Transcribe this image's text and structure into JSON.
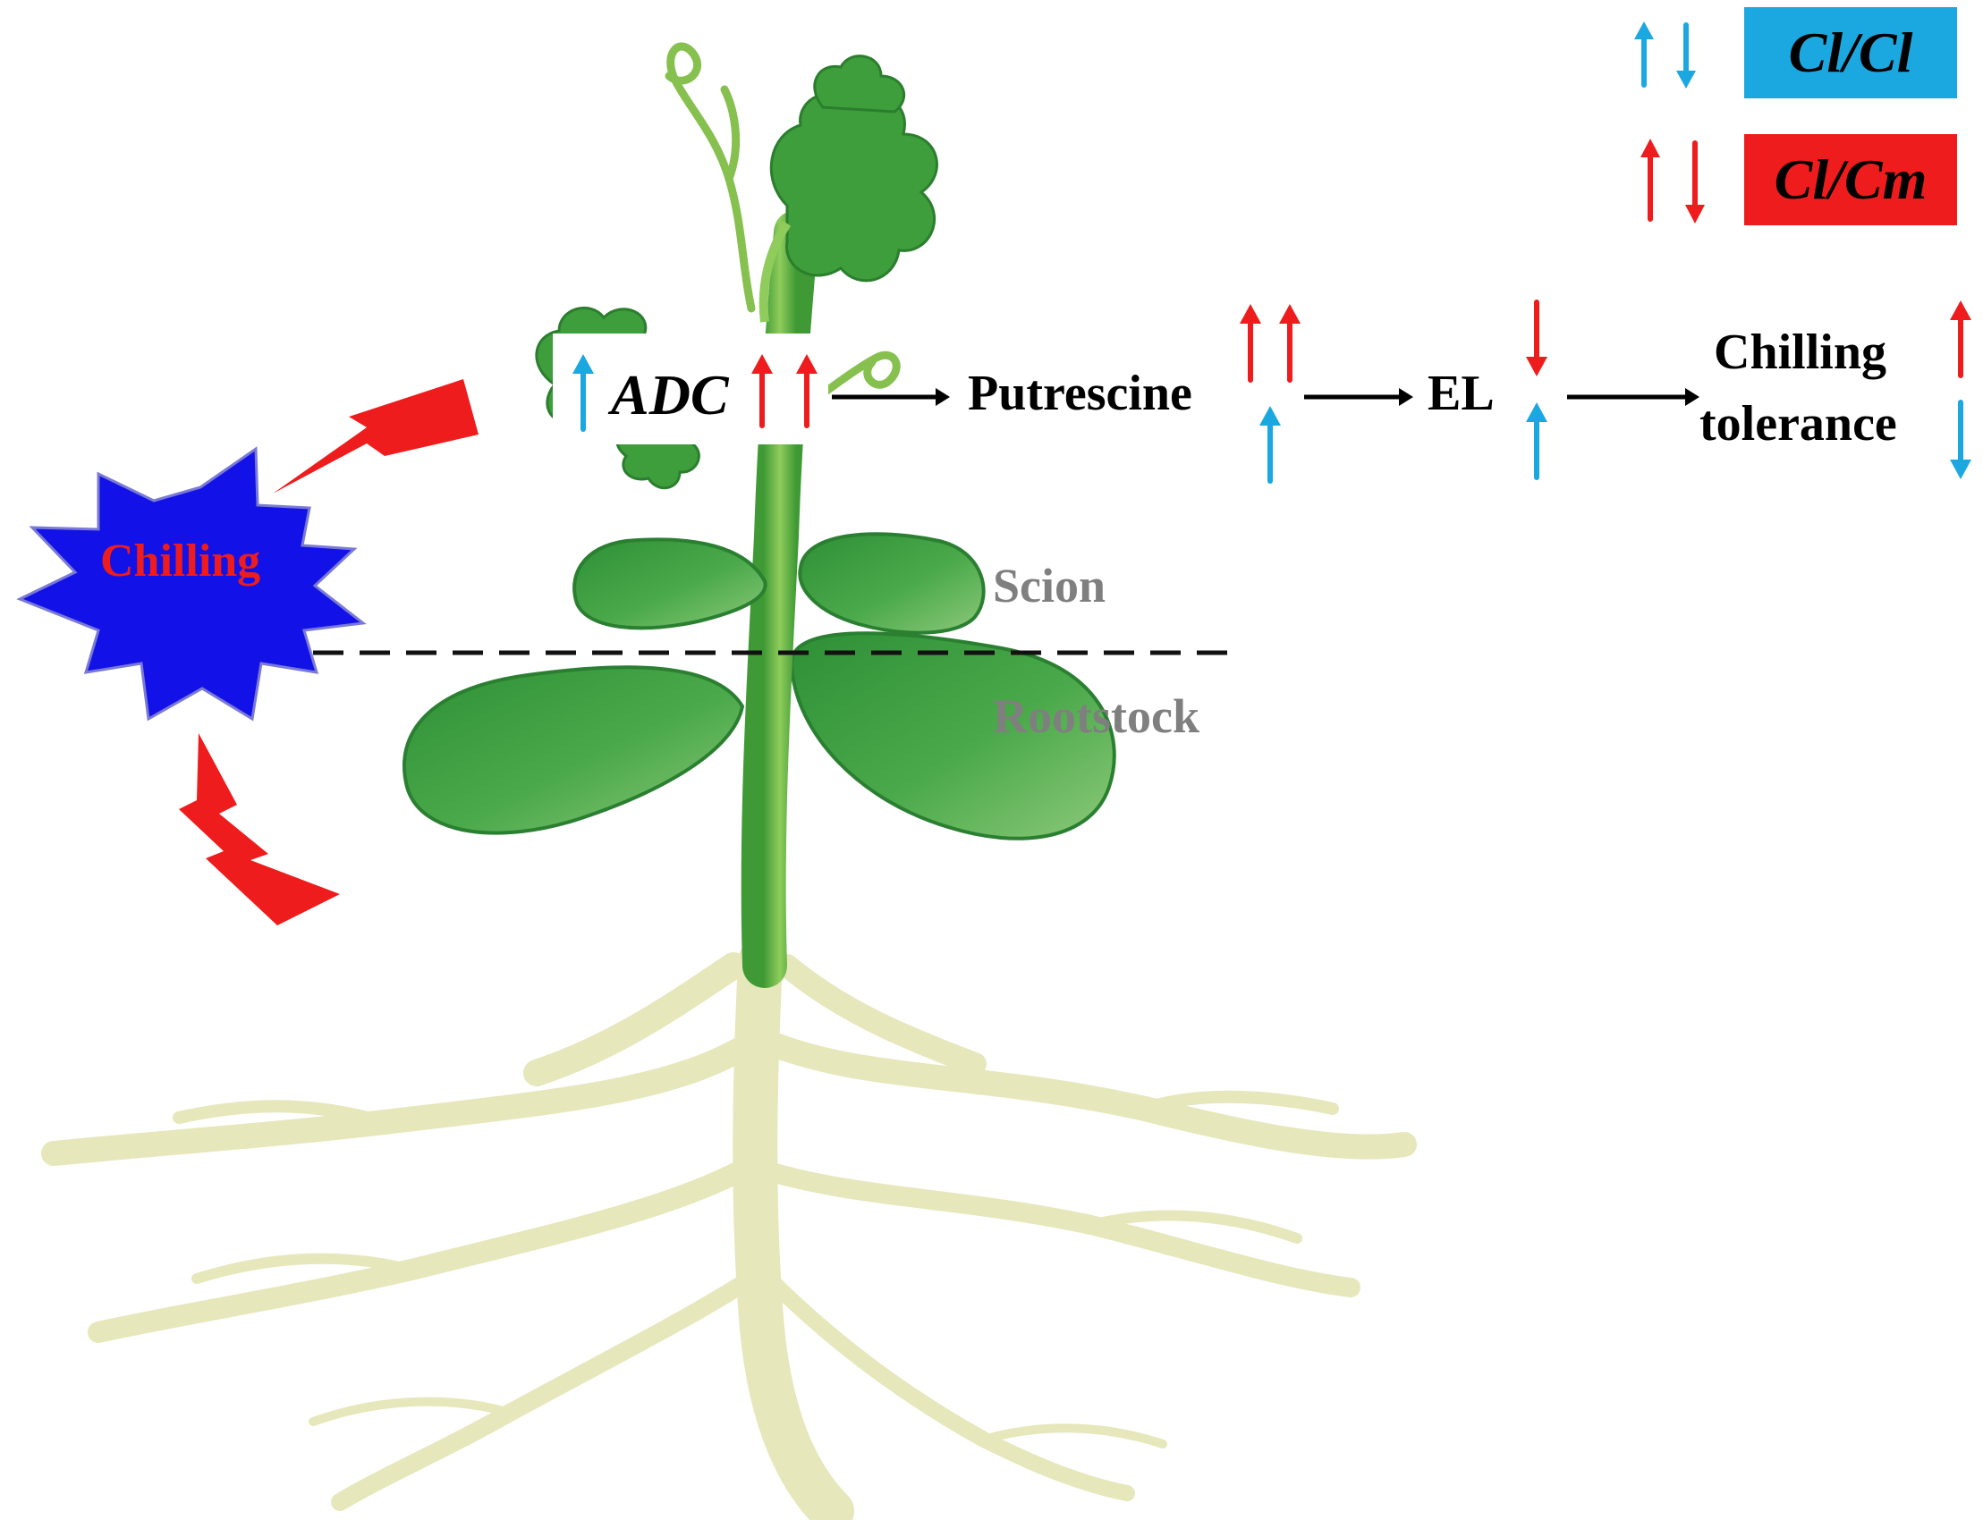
{
  "legend": {
    "items": [
      {
        "label": "Cl/Cl",
        "color": "#1ba8e0"
      },
      {
        "label": "Cl/Cm",
        "color": "#ee1c1c"
      }
    ]
  },
  "stress": {
    "label": "Chilling",
    "burst_color": "#1212e8",
    "bolt_color": "#ee1c1c"
  },
  "pathway": {
    "gene": "ADC",
    "metabolite": "Putrescine",
    "marker": "EL",
    "outcome_line1": "Chilling",
    "outcome_line2": "tolerance"
  },
  "graft": {
    "scion": "Scion",
    "rootstock": "Rootstock"
  },
  "icons": [
    "up-arrow-icon",
    "down-arrow-icon",
    "lightning-bolt-icon",
    "starburst-icon",
    "plant-illustration"
  ]
}
